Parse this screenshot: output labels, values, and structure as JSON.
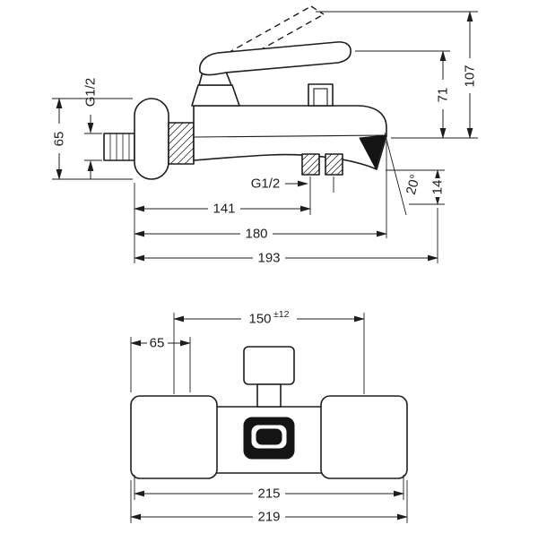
{
  "meta": {
    "type": "technical-dimension-drawing",
    "subject": "wall-mounted single-lever bath mixer",
    "ink_color": "#1d1d1b",
    "background_color": "#ffffff"
  },
  "side_view": {
    "dim_107": "107",
    "dim_71": "71",
    "g12_inlet": "G1/2",
    "dim_65": "65",
    "g12_outlet": "G1/2",
    "dim_141": "141",
    "dim_180": "180",
    "dim_193": "193",
    "dim_14": "14",
    "angle": "20°"
  },
  "front_view": {
    "dim_150": "150",
    "dim_150_tol": "±12",
    "dim_65": "65",
    "dim_215": "215",
    "dim_219": "219"
  }
}
